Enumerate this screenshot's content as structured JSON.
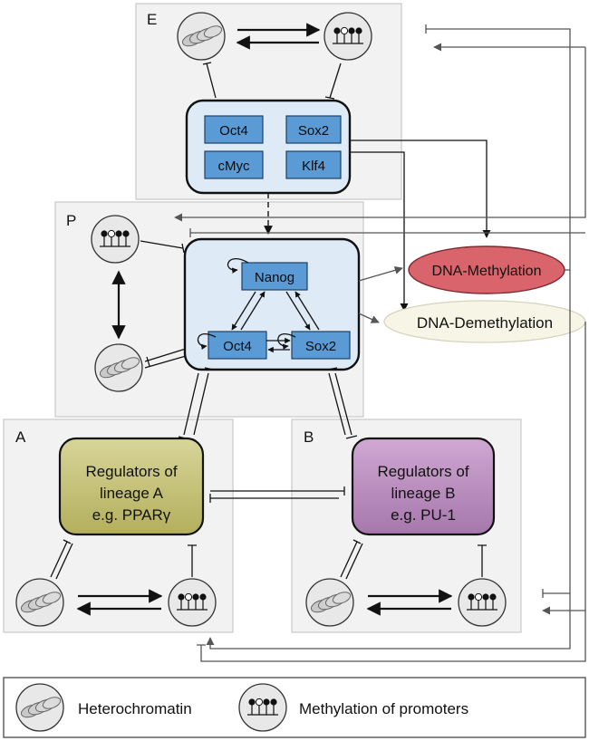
{
  "panels": {
    "E": "E",
    "P": "P",
    "A": "A",
    "B": "B"
  },
  "factors_E": [
    "Oct4",
    "Sox2",
    "cMyc",
    "Klf4"
  ],
  "network_P": {
    "nanog": "Nanog",
    "oct4": "Oct4",
    "sox2": "Sox2"
  },
  "dna": {
    "methylation": "DNA-Methylation",
    "demethylation": "DNA-Demethylation"
  },
  "lineage_A": {
    "line1": "Regulators of",
    "line2": "lineage A",
    "line3": "e.g. PPARγ"
  },
  "lineage_B": {
    "line1": "Regulators of",
    "line2": "lineage B",
    "line3": "e.g. PU-1"
  },
  "legend": {
    "heterochromatin": "Heterochromatin",
    "methylation": "Methylation of promoters"
  },
  "colors": {
    "factor_box": "#5b9bd5",
    "core_fill": "#deebf7",
    "lineage_A": "#c9c67a",
    "lineage_B": "#b98cbd",
    "methylation": "#d9646b",
    "demethylation": "#f7f5e6"
  }
}
